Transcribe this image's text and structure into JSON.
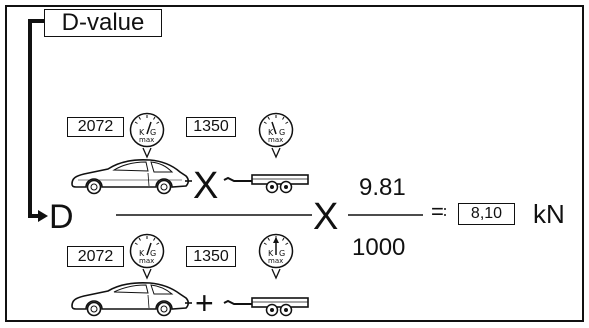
{
  "title": "D-value",
  "result_symbol": "D",
  "operators": {
    "multiply_top": "X",
    "multiply_main": "X",
    "plus": "+",
    "equals": "="
  },
  "top_row": {
    "car_weight": "2072",
    "trailer_weight": "1350"
  },
  "bottom_row": {
    "car_weight": "2072",
    "trailer_weight": "1350"
  },
  "gauge_label": {
    "unit_left": "K",
    "unit_right": "G",
    "sub": "max"
  },
  "fraction": {
    "numerator": "9.81",
    "denominator": "1000"
  },
  "result": {
    "value": "8,10",
    "unit": "kN"
  }
}
